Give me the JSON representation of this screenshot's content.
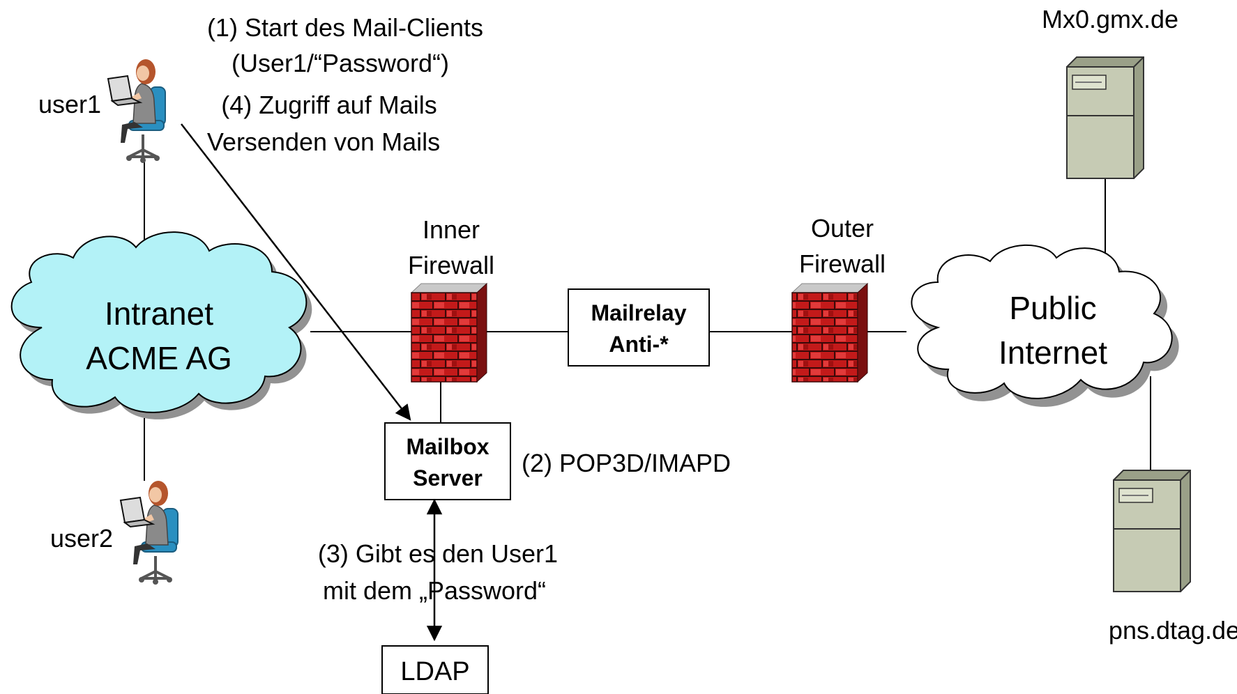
{
  "labels": {
    "step1_line1": "(1) Start des Mail-Clients",
    "step1_line2": "(User1/“Password“)",
    "step4_line1": "(4) Zugriff auf Mails",
    "step4_line2": "Versenden von Mails",
    "user1": "user1",
    "user2": "user2",
    "intranet_line1": "Intranet",
    "intranet_line2": "ACME AG",
    "inner_fw_line1": "Inner",
    "inner_fw_line2": "Firewall",
    "outer_fw_line1": "Outer",
    "outer_fw_line2": "Firewall",
    "mailrelay_line1": "Mailrelay",
    "mailrelay_line2": "Anti-*",
    "mailbox_line1": "Mailbox",
    "mailbox_line2": "Server",
    "step2": "(2) POP3D/IMAPD",
    "step3_line1": "(3) Gibt es den User1",
    "step3_line2": "mit dem „Password“",
    "ldap": "LDAP",
    "public_line1": "Public",
    "public_line2": "Internet",
    "server_top": "Mx0.gmx.de",
    "server_bottom": "pns.dtag.de"
  },
  "colors": {
    "intranet_cloud": "#b3f2f7",
    "internet_cloud": "#ffffff",
    "firewall_brick": "#cc1a1a",
    "server_body": "#c6cbb4"
  }
}
